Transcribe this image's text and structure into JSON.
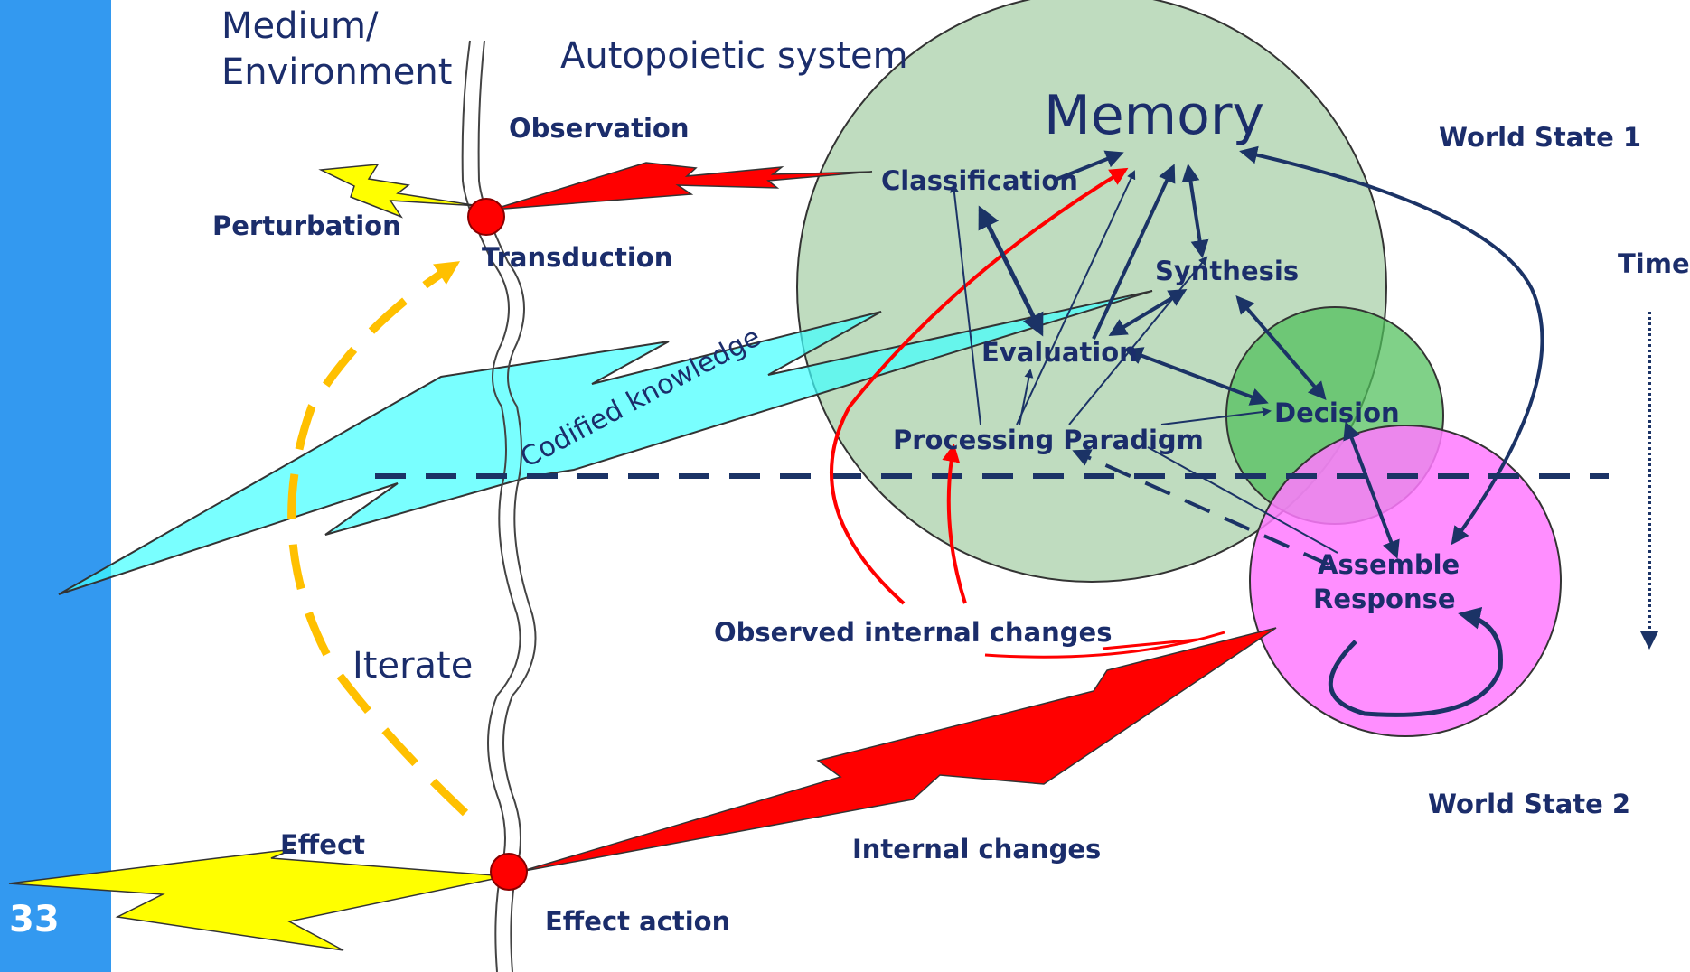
{
  "slide": {
    "number": "33"
  },
  "labels": {
    "medium_line1": "Medium/",
    "medium_line2": "Environment",
    "autopoietic": "Autopoietic system",
    "observation": "Observation",
    "perturbation": "Perturbation",
    "transduction": "Transduction",
    "memory": "Memory",
    "classification": "Classification",
    "synthesis": "Synthesis",
    "evaluation": "Evaluation",
    "processing_paradigm": "Processing Paradigm",
    "decision": "Decision",
    "assemble_line1": "Assemble",
    "assemble_line2": "Response",
    "codified_knowledge": "Codified knowledge",
    "world_state_1": "World State 1",
    "world_state_2": "World State 2",
    "time": "Time",
    "observed_internal_changes": "Observed internal changes",
    "iterate": "Iterate",
    "effect": "Effect",
    "effect_action": "Effect action",
    "internal_changes": "Internal changes"
  },
  "colors": {
    "sidebar": "#3399f0",
    "label_text": "#1b2d6b",
    "memory_circle": "#b8d8b8",
    "decision_circle": "#4fbf5a",
    "assemble_circle": "#ff7aff",
    "codified_band": "#66ffff",
    "bolt_red": "#ff0000",
    "bolt_yellow": "#ffff00",
    "iterate_arrow": "#ffc000",
    "arrows": "#1b3366"
  }
}
